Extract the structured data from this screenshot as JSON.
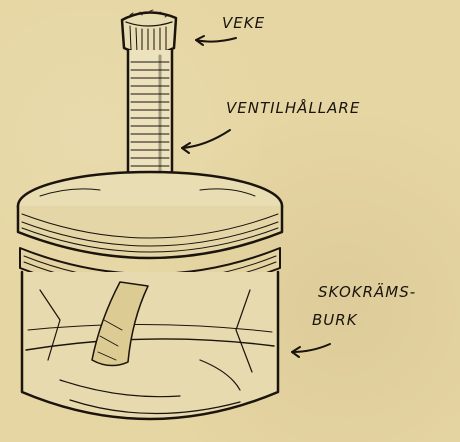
{
  "labels": {
    "veke": "VEKE",
    "ventilhallare": "VENTILHÅLLARE",
    "skokramsburk_line1": "SKOKRÄMS-",
    "skokramsburk_line2": "BURK"
  },
  "colors": {
    "paper": "#e6d6a3",
    "ink": "#1a140c"
  }
}
